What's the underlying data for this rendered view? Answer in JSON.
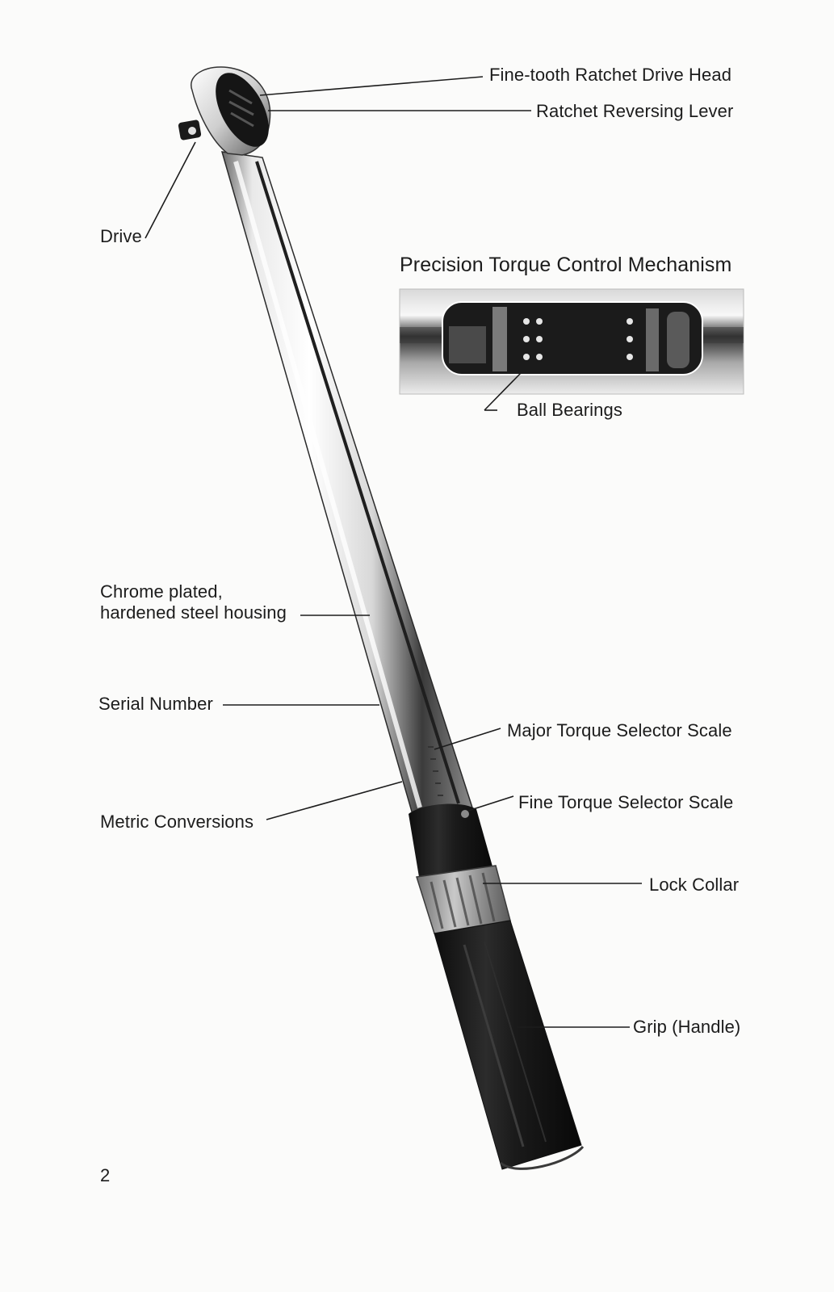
{
  "page": {
    "number": "2"
  },
  "callouts": {
    "drive_head": "Fine-tooth Ratchet Drive Head",
    "reversing_lever": "Ratchet Reversing Lever",
    "drive": "Drive",
    "mechanism_title": "Precision Torque Control Mechanism",
    "ball_bearings": "Ball Bearings",
    "housing_line1": "Chrome plated,",
    "housing_line2": "hardened steel housing",
    "serial_number": "Serial Number",
    "major_scale": "Major Torque Selector Scale",
    "metric_conversions": "Metric Conversions",
    "fine_scale": "Fine Torque Selector Scale",
    "lock_collar": "Lock Collar",
    "grip": "Grip (Handle)"
  },
  "colors": {
    "ink": "#1c1c1c",
    "paper": "#fbfbfa",
    "chrome_light": "#f4f4f4",
    "chrome_dark": "#3a3a3a",
    "rubber": "#1a1a1a",
    "collar": "#9a9a9a"
  }
}
